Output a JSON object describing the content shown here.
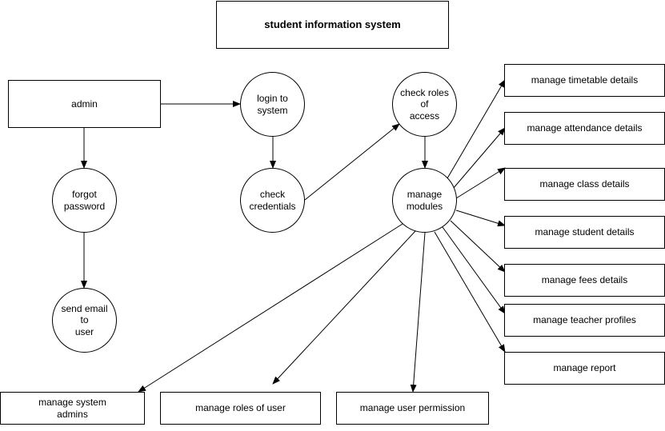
{
  "title": "student information system",
  "nodes": {
    "admin": "admin",
    "login": "login to\nsystem",
    "check_credentials": "check\ncredentials",
    "check_roles": "check roles\nof\naccess",
    "manage_modules": "manage\nmodules",
    "forgot_password": "forgot\npassword",
    "send_email": "send email\nto\nuser",
    "timetable": "manage timetable details",
    "attendance": "manage attendance details",
    "class": "manage class details",
    "student": "manage student details",
    "fees": "manage fees details",
    "teacher": "manage teacher profiles",
    "report": "manage report",
    "system_admins": "manage system\nadmins",
    "roles_user": "manage roles of user",
    "user_permission": "manage user permission"
  }
}
